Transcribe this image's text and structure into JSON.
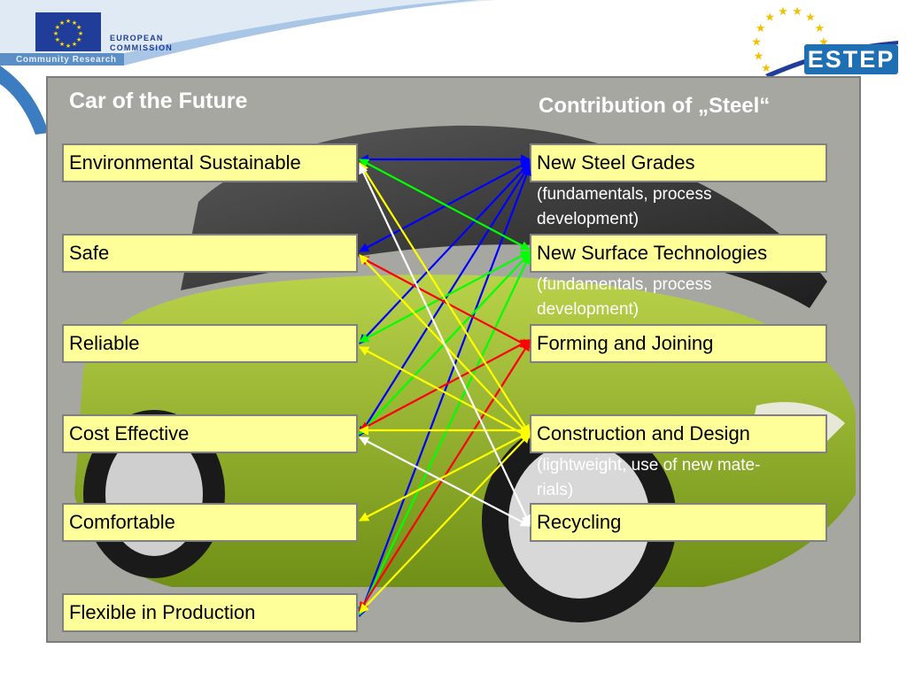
{
  "header": {
    "eu_logo": {
      "line1": "EUROPEAN",
      "line2": "COMMISSION",
      "icon": "eu-flag-stars-icon",
      "color": "#1f3d99"
    },
    "program": "Community Research",
    "estep_logo": {
      "text": "ESTEP",
      "icon": "star-ring-icon",
      "color": "#1f6fb5"
    }
  },
  "diagram": {
    "left_title": "Car of the Future",
    "right_title": "Contribution of „Steel“",
    "goals": [
      "Environmental Sustainable",
      "Safe",
      "Reliable",
      "Cost Effective",
      "Comfortable",
      "Flexible in Production"
    ],
    "contributions": [
      {
        "label": "New Steel Grades",
        "note_lines": [
          "(fundamentals, process",
          "development)"
        ]
      },
      {
        "label": "New Surface Technologies",
        "note_lines": [
          "(fundamentals, process",
          " development)"
        ]
      },
      {
        "label": "Forming and Joining",
        "note_lines": []
      },
      {
        "label": "Construction and Design",
        "note_lines": [
          "(lightweight, use of new mate-",
          " rials)"
        ]
      },
      {
        "label": "Recycling",
        "note_lines": []
      }
    ],
    "connections": [
      {
        "from": "New Steel Grades",
        "to": "Environmental Sustainable",
        "color": "#0000ff"
      },
      {
        "from": "New Steel Grades",
        "to": "Safe",
        "color": "#0000ff"
      },
      {
        "from": "New Steel Grades",
        "to": "Reliable",
        "color": "#0000ff"
      },
      {
        "from": "New Steel Grades",
        "to": "Cost Effective",
        "color": "#0000ff"
      },
      {
        "from": "New Steel Grades",
        "to": "Flexible in Production",
        "color": "#0000ff"
      },
      {
        "from": "New Surface Technologies",
        "to": "Environmental Sustainable",
        "color": "#00ff00"
      },
      {
        "from": "New Surface Technologies",
        "to": "Reliable",
        "color": "#00ff00"
      },
      {
        "from": "New Surface Technologies",
        "to": "Cost Effective",
        "color": "#00ff00"
      },
      {
        "from": "New Surface Technologies",
        "to": "Flexible in Production",
        "color": "#00ff00"
      },
      {
        "from": "Forming and Joining",
        "to": "Safe",
        "color": "#ff0000"
      },
      {
        "from": "Forming and Joining",
        "to": "Cost Effective",
        "color": "#ff0000"
      },
      {
        "from": "Forming and Joining",
        "to": "Flexible in Production",
        "color": "#ff0000"
      },
      {
        "from": "Construction and Design",
        "to": "Environmental Sustainable",
        "color": "#ffff00"
      },
      {
        "from": "Construction and Design",
        "to": "Safe",
        "color": "#ffff00"
      },
      {
        "from": "Construction and Design",
        "to": "Reliable",
        "color": "#ffff00"
      },
      {
        "from": "Construction and Design",
        "to": "Cost Effective",
        "color": "#ffff00"
      },
      {
        "from": "Construction and Design",
        "to": "Comfortable",
        "color": "#ffff00"
      },
      {
        "from": "Construction and Design",
        "to": "Flexible in Production",
        "color": "#ffff00"
      },
      {
        "from": "Recycling",
        "to": "Environmental Sustainable",
        "color": "#ffffff"
      },
      {
        "from": "Recycling",
        "to": "Cost Effective",
        "color": "#ffffff"
      }
    ]
  },
  "colors": {
    "box_fill": "#ffff99",
    "panel_bg": "#a7a7a2",
    "car_body": "#9cb82f"
  }
}
